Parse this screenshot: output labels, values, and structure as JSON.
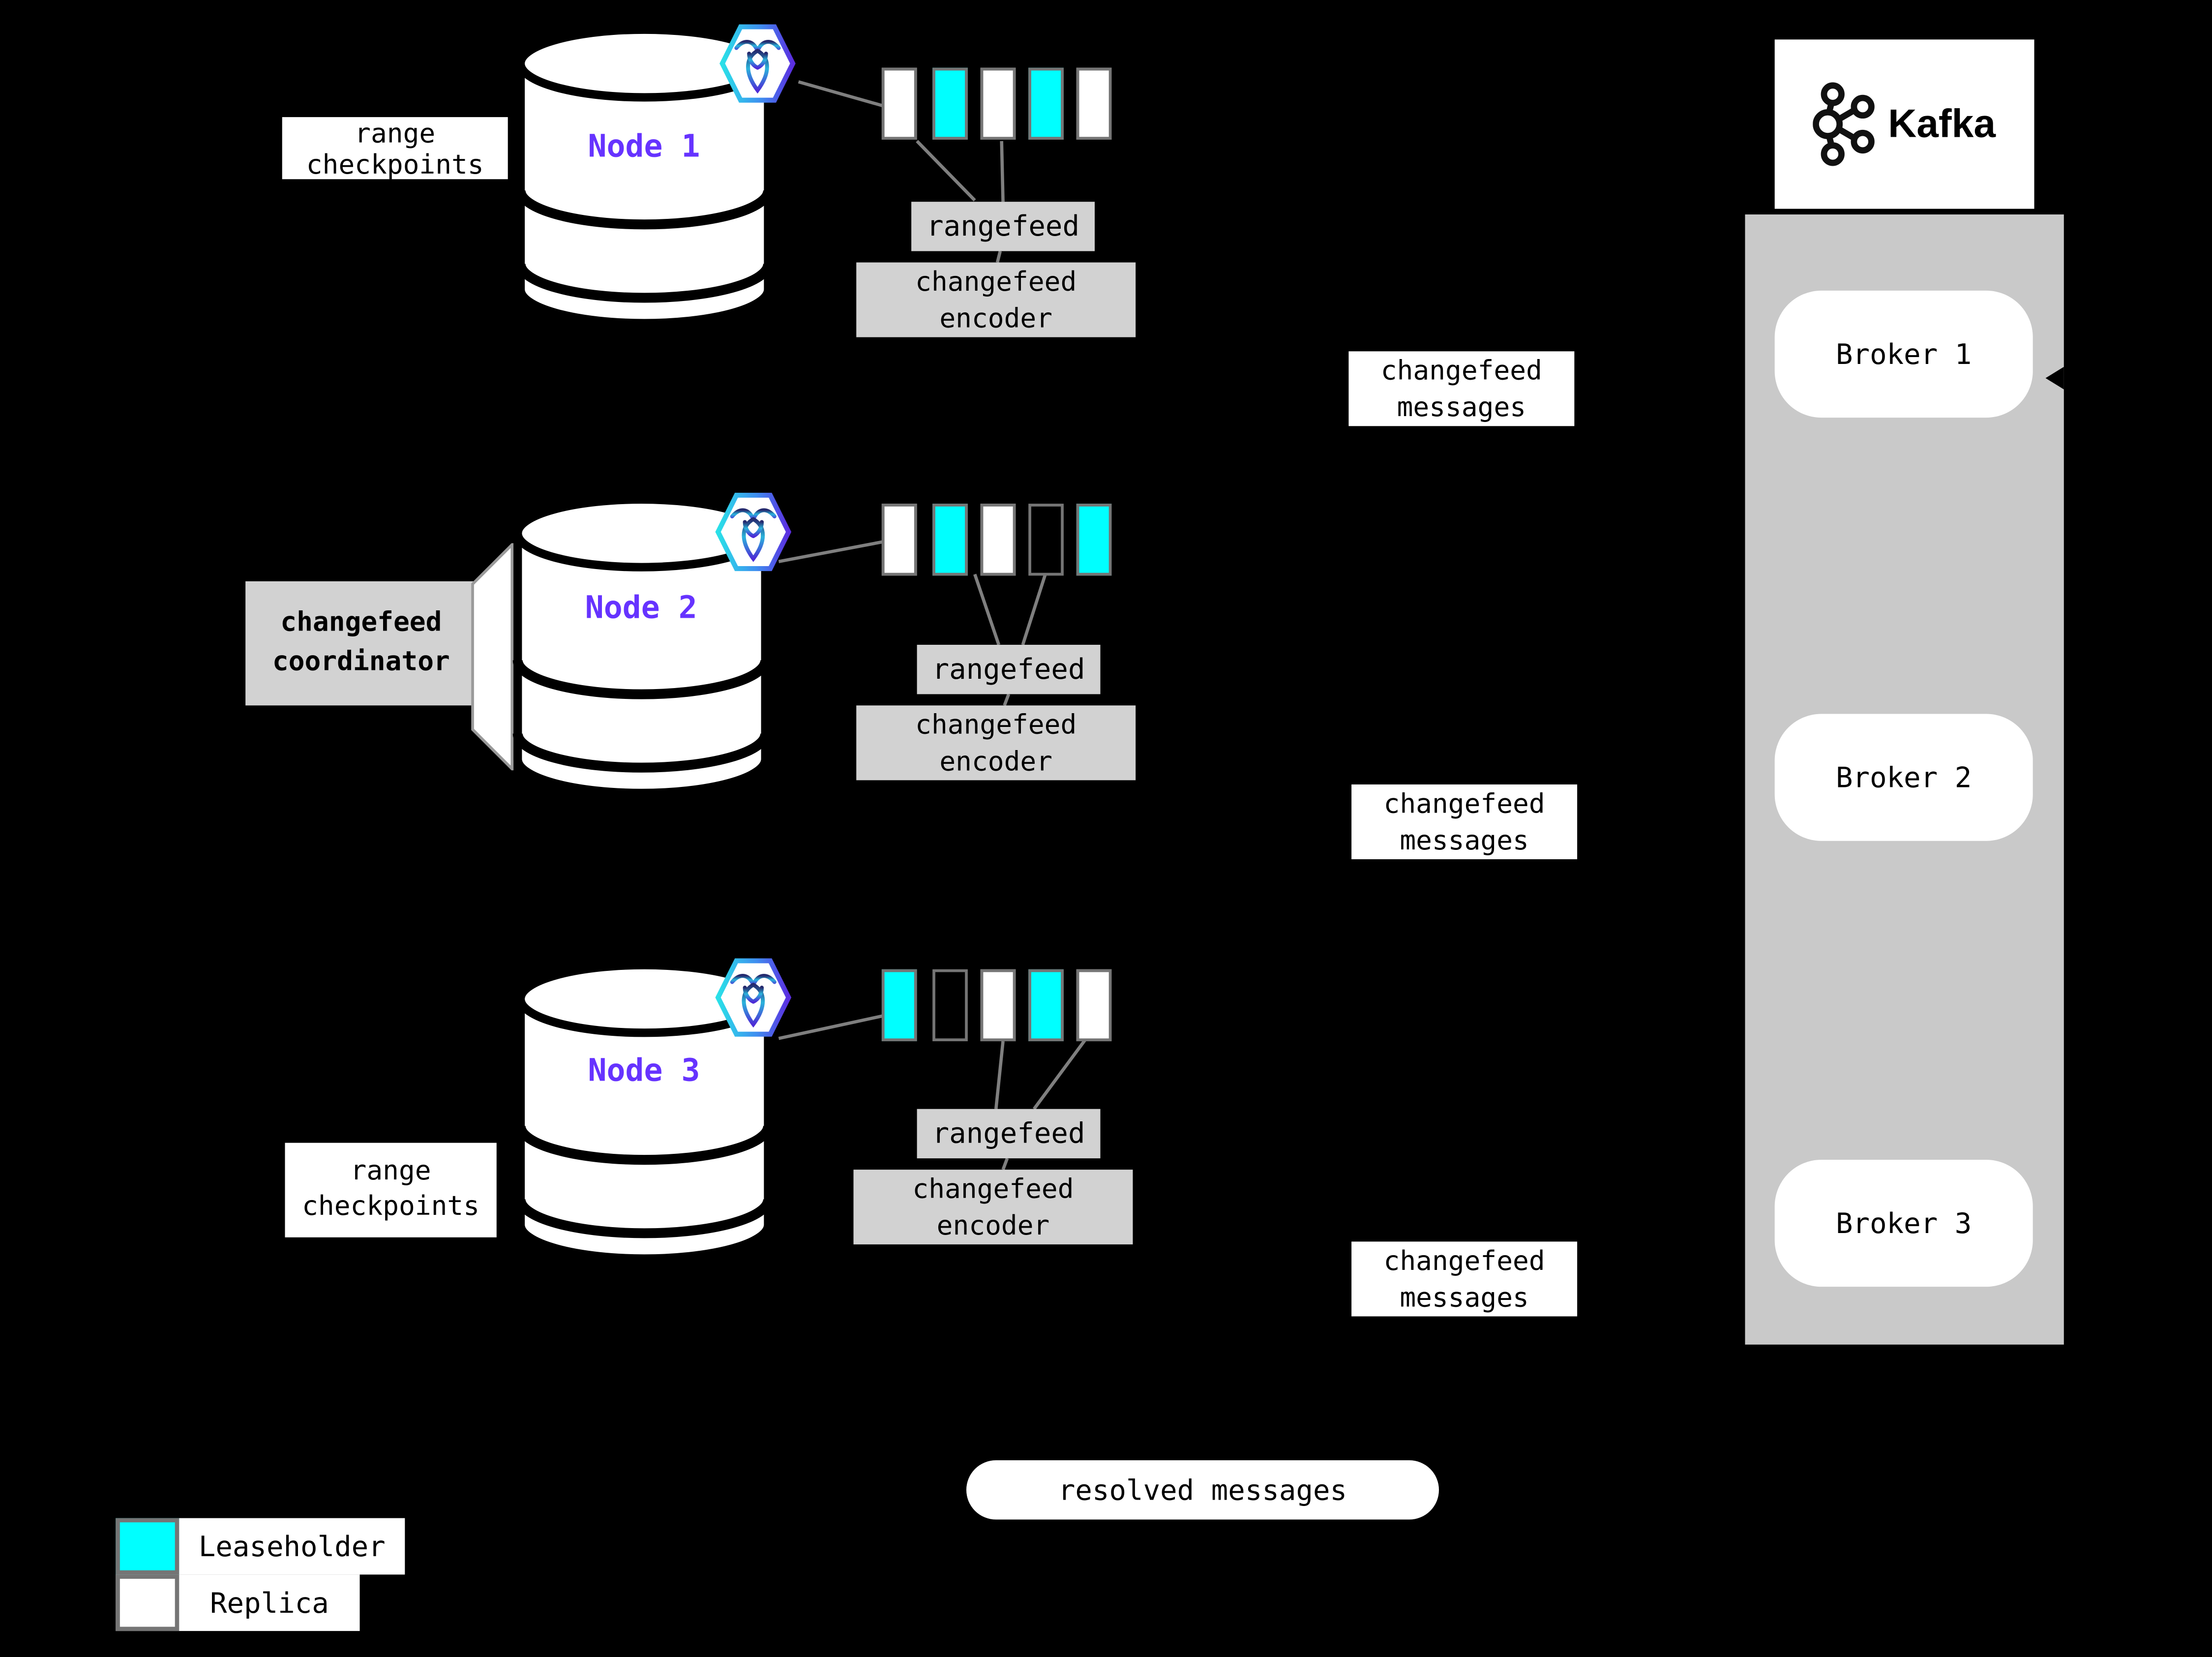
{
  "kafka": {
    "brand": "Kafka",
    "brokers": [
      "Broker 1",
      "Broker 2",
      "Broker 3"
    ]
  },
  "labels": {
    "range_checkpoints": [
      "range",
      "checkpoints"
    ],
    "changefeed_coordinator": [
      "changefeed",
      "coordinator"
    ],
    "changefeed_messages": [
      "changefeed",
      "messages"
    ],
    "changefeed_encoder": [
      "changefeed",
      "encoder"
    ],
    "rangefeed": "rangefeed",
    "resolved_messages": "resolved messages"
  },
  "nodes": [
    {
      "label": "Node 1",
      "ranges": [
        {
          "role": "replica",
          "color": "#ffffff"
        },
        {
          "role": "leaseholder",
          "color": "#00ffff"
        },
        {
          "role": "replica",
          "color": "#ffffff"
        },
        {
          "role": "leaseholder",
          "color": "#00ffff"
        },
        {
          "role": "replica",
          "color": "#ffffff"
        }
      ]
    },
    {
      "label": "Node 2",
      "ranges": [
        {
          "role": "replica",
          "color": "#ffffff"
        },
        {
          "role": "leaseholder",
          "color": "#00ffff"
        },
        {
          "role": "replica",
          "color": "#ffffff"
        },
        {
          "role": "empty",
          "color": "transparent"
        },
        {
          "role": "leaseholder",
          "color": "#00ffff"
        }
      ]
    },
    {
      "label": "Node 3",
      "ranges": [
        {
          "role": "leaseholder",
          "color": "#00ffff"
        },
        {
          "role": "empty",
          "color": "transparent"
        },
        {
          "role": "replica",
          "color": "#ffffff"
        },
        {
          "role": "leaseholder",
          "color": "#00ffff"
        },
        {
          "role": "replica",
          "color": "#ffffff"
        }
      ]
    }
  ],
  "legend": [
    {
      "label": "Leaseholder",
      "color": "#00ffff"
    },
    {
      "label": "Replica",
      "color": "#ffffff"
    }
  ],
  "colors": {
    "leaseholder": "#00ffff",
    "replica": "#ffffff",
    "node_label": "#6633ff",
    "connector": "#7f7f7f",
    "panel_gray": "#d2d2d2",
    "kafka_container": "#c9c9c9",
    "background": "#000000"
  }
}
